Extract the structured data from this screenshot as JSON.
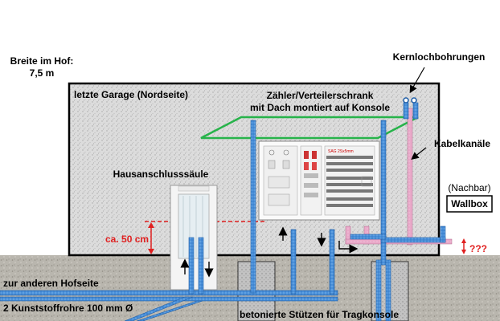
{
  "labels": {
    "breite_line1": "Breite im Hof:",
    "breite_line2": "7,5 m",
    "garage": "letzte Garage (Nordseite)",
    "schrank_line1": "Zähler/Verteilerschrank",
    "schrank_line2": "mit Dach montiert auf Konsole",
    "kernloch": "Kernlochbohrungen",
    "kabelkanaele": "Kabelkanäle",
    "hausanschluss": "Hausanschlusssäule",
    "nachbar": "(Nachbar)",
    "wallbox": "Wallbox",
    "height": "ca. 50 cm",
    "question": "???",
    "hofseite": "zur anderen Hofseite",
    "rohre": "2 Kunststoffrohre 100 mm Ø",
    "stuetzen": "betonierte Stützen für Tragkonsole",
    "cabinet_tag": "SAG 2Sx5mm"
  },
  "colors": {
    "pipe": "#4a90d9",
    "pipe_stroke": "#1f5fa8",
    "roof": "#27b34a",
    "measure": "#e02020",
    "concrete": "#c8c8c8",
    "ground": "#b9b6ae",
    "wall": "#dcdcdc"
  }
}
